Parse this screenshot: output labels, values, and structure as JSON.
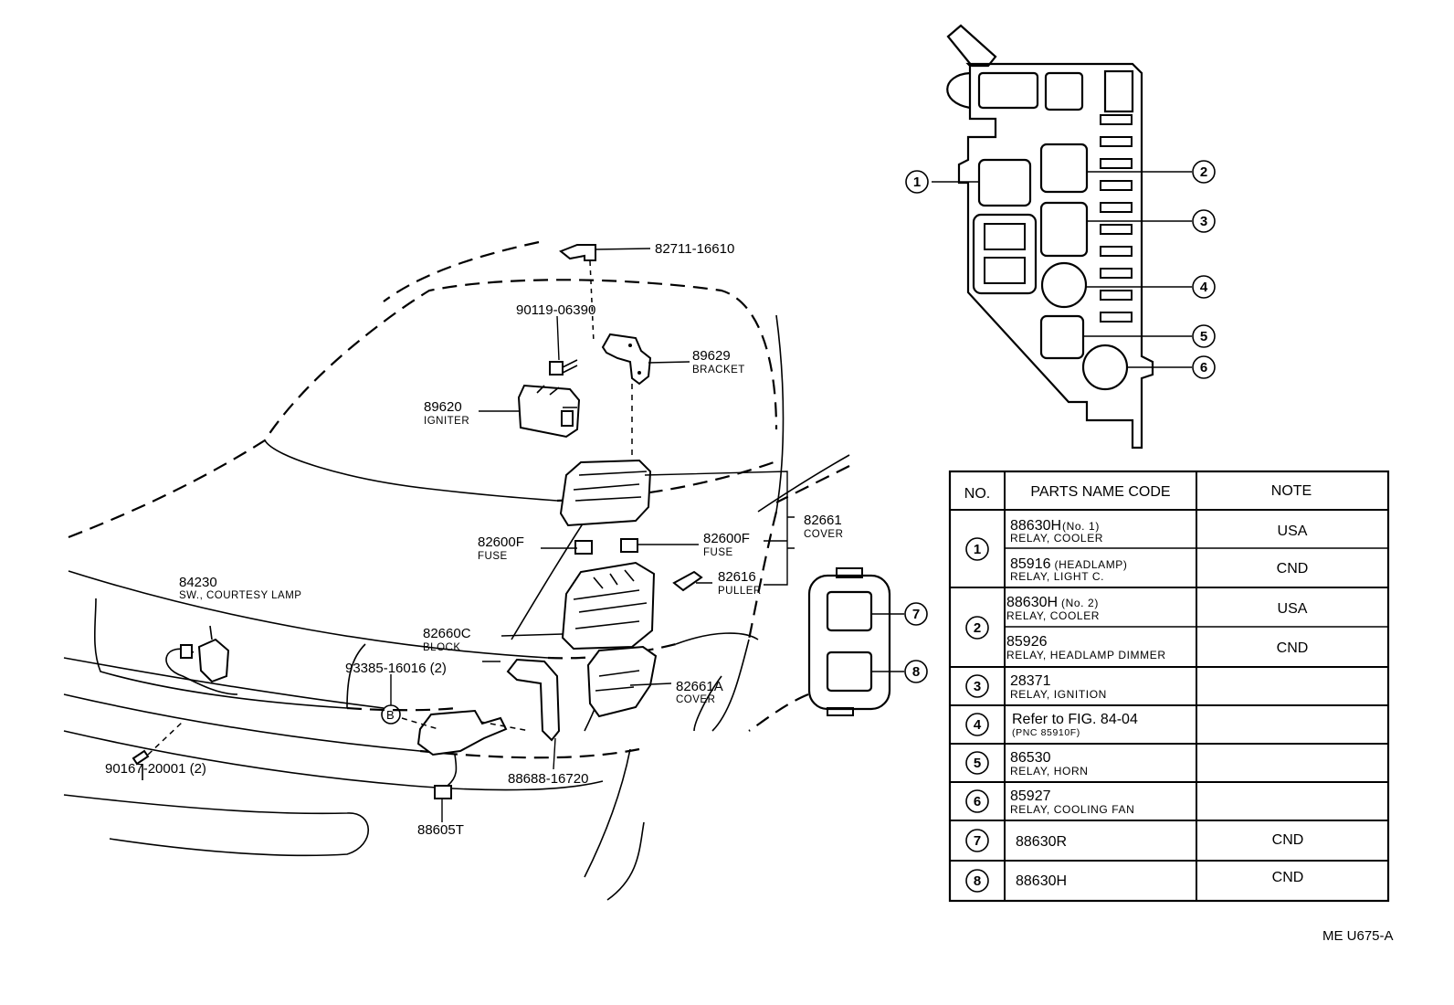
{
  "diagram": {
    "ref_code": "ME U675-A",
    "callouts": {
      "c1": "82711-16610",
      "c2": "90119-06390",
      "c3": "89629",
      "c3s": "BRACKET",
      "c4": "89620",
      "c4s": "IGNITER",
      "c5": "82661",
      "c5s": "COVER",
      "c6": "82600F",
      "c6s": "FUSE",
      "c7": "82600F",
      "c7s": "FUSE",
      "c8": "82616",
      "c8s": "PULLER",
      "c9": "84230",
      "c9s": "SW., COURTESY LAMP",
      "c10": "82660C",
      "c10s": "BLOCK",
      "c11": "93385-16016 (2)",
      "c12": "B",
      "c13": "82661A",
      "c13s": "COVER",
      "c14": "90167-20001 (2)",
      "c15": "88688-16720",
      "c16": "88605T"
    },
    "position_numbers": [
      "1",
      "2",
      "3",
      "4",
      "5",
      "6",
      "7",
      "8"
    ]
  },
  "table": {
    "headers": {
      "no": "NO.",
      "parts": "PARTS NAME CODE",
      "note": "NOTE"
    },
    "rows": [
      {
        "no": "1",
        "code": "88630H",
        "tag": "(No. 1)",
        "desc": "RELAY, COOLER",
        "note": "USA"
      },
      {
        "no": "1",
        "code": "85916",
        "tag": "(HEADLAMP)",
        "desc": "RELAY, LIGHT C.",
        "note": "CND"
      },
      {
        "no": "2",
        "code": "88630H",
        "tag": "(No. 2)",
        "desc": "RELAY, COOLER",
        "note": "USA"
      },
      {
        "no": "2",
        "code": "85926",
        "tag": "",
        "desc": "RELAY, HEADLAMP DIMMER",
        "note": "CND"
      },
      {
        "no": "3",
        "code": "28371",
        "tag": "",
        "desc": "RELAY, IGNITION",
        "note": ""
      },
      {
        "no": "4",
        "code": "Refer to FIG. 84-04",
        "tag": "",
        "desc": "(PNC 85910F)",
        "note": ""
      },
      {
        "no": "5",
        "code": "86530",
        "tag": "",
        "desc": "RELAY, HORN",
        "note": ""
      },
      {
        "no": "6",
        "code": "85927",
        "tag": "",
        "desc": "RELAY, COOLING FAN",
        "note": ""
      },
      {
        "no": "7",
        "code": "88630R",
        "tag": "",
        "desc": "",
        "note": "CND"
      },
      {
        "no": "8",
        "code": "88630H",
        "tag": "",
        "desc": "",
        "note": "CND"
      }
    ]
  }
}
